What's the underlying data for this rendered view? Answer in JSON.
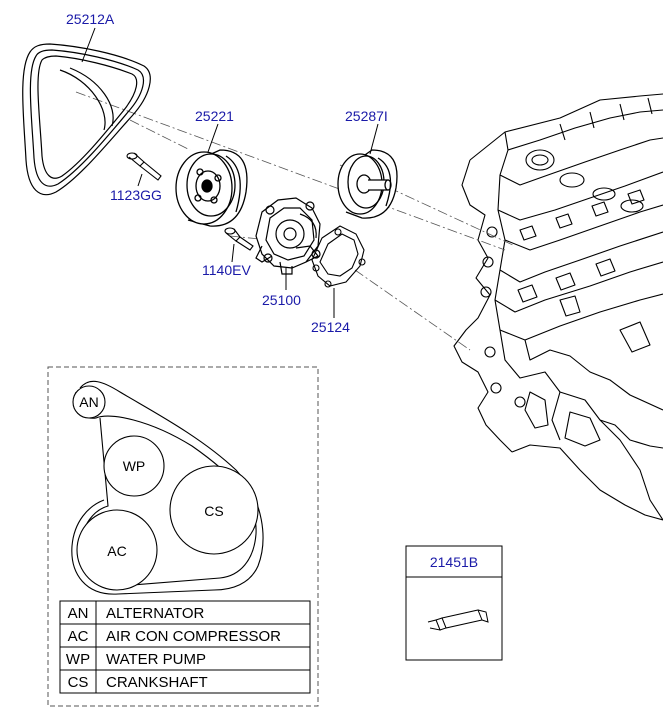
{
  "parts": {
    "belt": "25212A",
    "idler_pulley": "25221",
    "tensioner": "25287I",
    "bolt_upper": "1123GG",
    "bolt_lower": "1140EV",
    "water_pump": "25100",
    "gasket": "25124",
    "sealant": "21451B"
  },
  "belt_routing": {
    "pulleys": [
      "AN",
      "WP",
      "CS",
      "AC"
    ]
  },
  "legend": [
    {
      "code": "AN",
      "name": "ALTERNATOR"
    },
    {
      "code": "AC",
      "name": "AIR CON COMPRESSOR"
    },
    {
      "code": "WP",
      "name": "WATER PUMP"
    },
    {
      "code": "CS",
      "name": "CRANKSHAFT"
    }
  ],
  "colors": {
    "part_number": "#1a1aa8",
    "line": "#000000"
  }
}
